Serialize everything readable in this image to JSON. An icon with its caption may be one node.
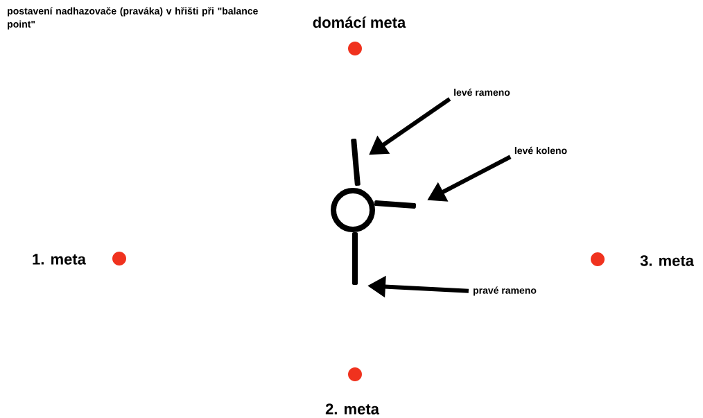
{
  "diagram": {
    "title": "postavení nadhazovače (praváka) v hřišti při \"balance point\"",
    "nodes": [
      {
        "text": [
          "domácí meta"
        ]
      },
      {
        "text": [
          "1. meta"
        ]
      },
      {
        "text": [
          "3. meta"
        ]
      },
      {
        "text": [
          "2. meta"
        ]
      },
      {
        "text": [
          "levé rameno"
        ]
      },
      {
        "text": [
          "levé koleno"
        ]
      },
      {
        "text": [
          "pravé rameno"
        ]
      },
      {
        "text": [],
        "shape": "circle"
      },
      {
        "text": [],
        "shape": "bar"
      },
      {
        "text": [],
        "shape": "bar"
      },
      {
        "text": [],
        "shape": "bar"
      }
    ],
    "edges": [
      {
        "from": 4,
        "to": 8,
        "arrow": "to"
      },
      {
        "from": 5,
        "to": 9,
        "arrow": "to"
      },
      {
        "from": 6,
        "to": 10,
        "arrow": "to"
      }
    ]
  }
}
